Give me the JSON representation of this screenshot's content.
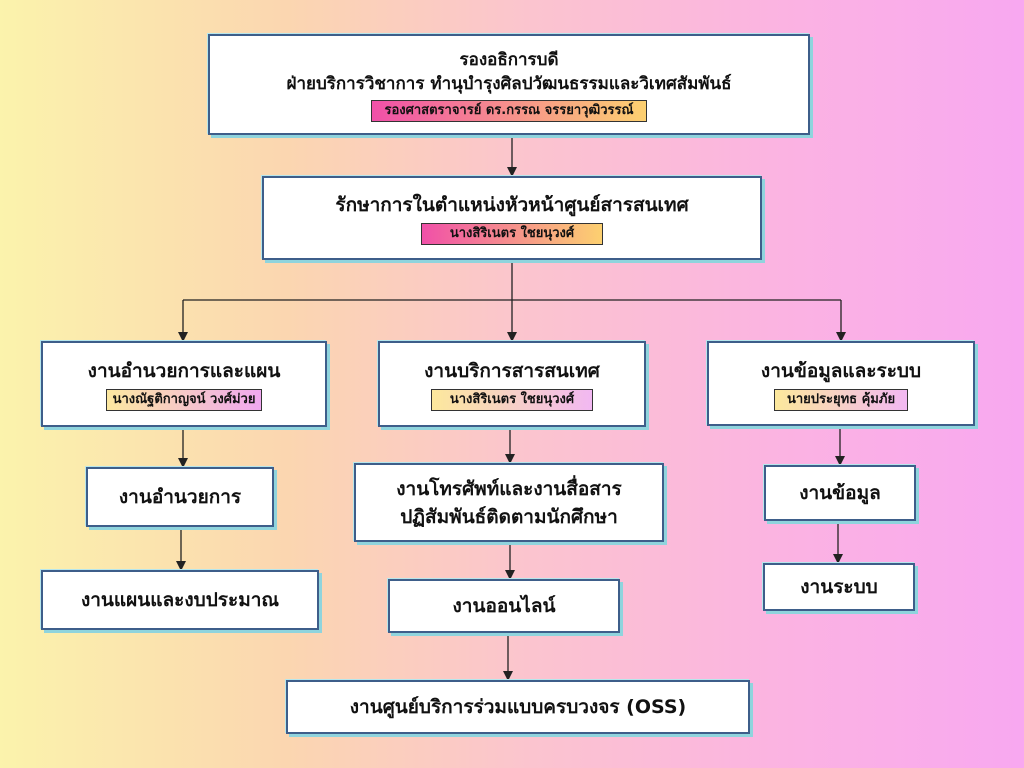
{
  "top": {
    "line1": "รองอธิการบดี",
    "line2": "ฝ่ายบริการวิชาการ ทำนุบำรุงศิลปวัฒนธรรมและวิเทศสัมพันธ์",
    "person": "รองศาสตราจารย์ ดร.กรรณ จรรยาวุฒิวรรณ์"
  },
  "director": {
    "title": "รักษาการในตำแหน่งหัวหน้าศูนย์สารสนเทศ",
    "person": "นางสิริเนตร ใชยนุวงศ์"
  },
  "divisions": [
    {
      "title": "งานอำนวยการและแผน",
      "person": "นางณัฐติกาญจน์ วงศ์ม่วย",
      "units": [
        "งานอำนวยการ",
        "งานแผนและงบประมาณ"
      ]
    },
    {
      "title": "งานบริการสารสนเทศ",
      "person": "นางสิริเนตร ใชยนุวงศ์",
      "units": [
        "งานโทรศัพท์และงานสื่อสาร",
        "ปฏิสัมพันธ์ติดตามนักศึกษา",
        "งานออนไลน์",
        "งานศูนย์บริการร่วมแบบครบวงจร (OSS)"
      ]
    },
    {
      "title": "งานข้อมูลและระบบ",
      "person": "นายประยุทธ คุ้มภัย",
      "units": [
        "งานข้อมูล",
        "งานระบบ"
      ]
    }
  ],
  "colors": {
    "box_border": "#3e5e8a",
    "box_shadow": "#8fd4dd",
    "connector": "#222222",
    "tag_pink_start": "#f050a8",
    "tag_pink_end": "#fcd070"
  }
}
